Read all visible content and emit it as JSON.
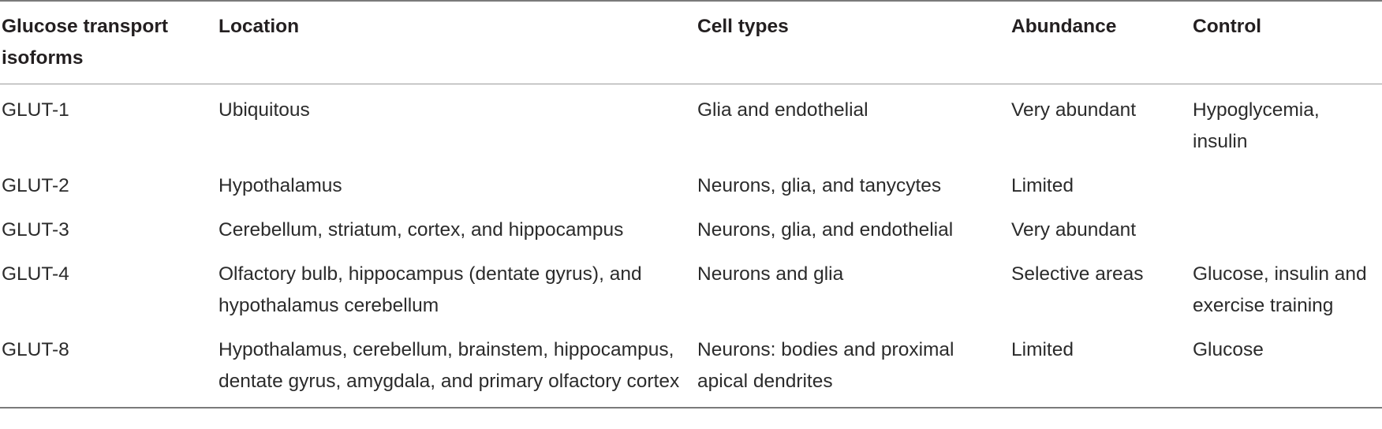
{
  "table": {
    "headers": [
      "Glucose transport isoforms",
      "Location",
      "Cell types",
      "Abundance",
      "Control"
    ],
    "rows": [
      [
        "GLUT-1",
        "Ubiquitous",
        "Glia and endothelial",
        "Very abundant",
        "Hypoglycemia, insulin"
      ],
      [
        "GLUT-2",
        "Hypothalamus",
        "Neurons, glia, and tanycytes",
        "Limited",
        ""
      ],
      [
        "GLUT-3",
        "Cerebellum, striatum, cortex, and hippocampus",
        "Neurons, glia, and endothelial",
        "Very abundant",
        ""
      ],
      [
        "GLUT-4",
        "Olfactory bulb, hippocampus (dentate gyrus), and hypothalamus cerebellum",
        "Neurons and glia",
        "Selective areas",
        "Glucose, insulin and exercise training"
      ],
      [
        "GLUT-8",
        "Hypothalamus, cerebellum, brainstem, hippocampus, dentate gyrus, amygdala, and primary olfactory cortex",
        "Neurons: bodies and proximal apical dendrites",
        "Limited",
        "Glucose"
      ]
    ]
  }
}
